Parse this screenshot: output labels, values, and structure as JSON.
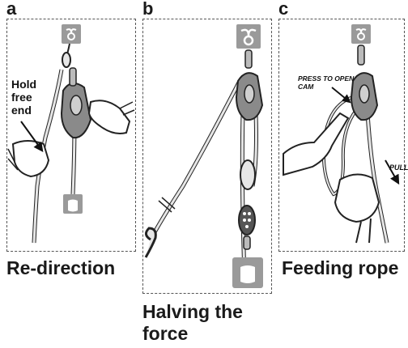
{
  "panels": [
    {
      "letter": "a",
      "caption": "Re-direction",
      "annotation": "Hold free end"
    },
    {
      "letter": "b",
      "caption_line1": "Halving the",
      "caption_line2": "force"
    },
    {
      "letter": "c",
      "caption": "Feeding rope",
      "annotation_cam": "PRESS TO OPEN CAM",
      "annotation_pull": "PULL"
    }
  ],
  "icons": [
    "anchor-icon",
    "load-weight-icon"
  ],
  "colors": {
    "frame": "#555555",
    "icon_bg": "#9a9a9a",
    "device": "#8a8a8a",
    "rope": "#e6e6e6"
  }
}
